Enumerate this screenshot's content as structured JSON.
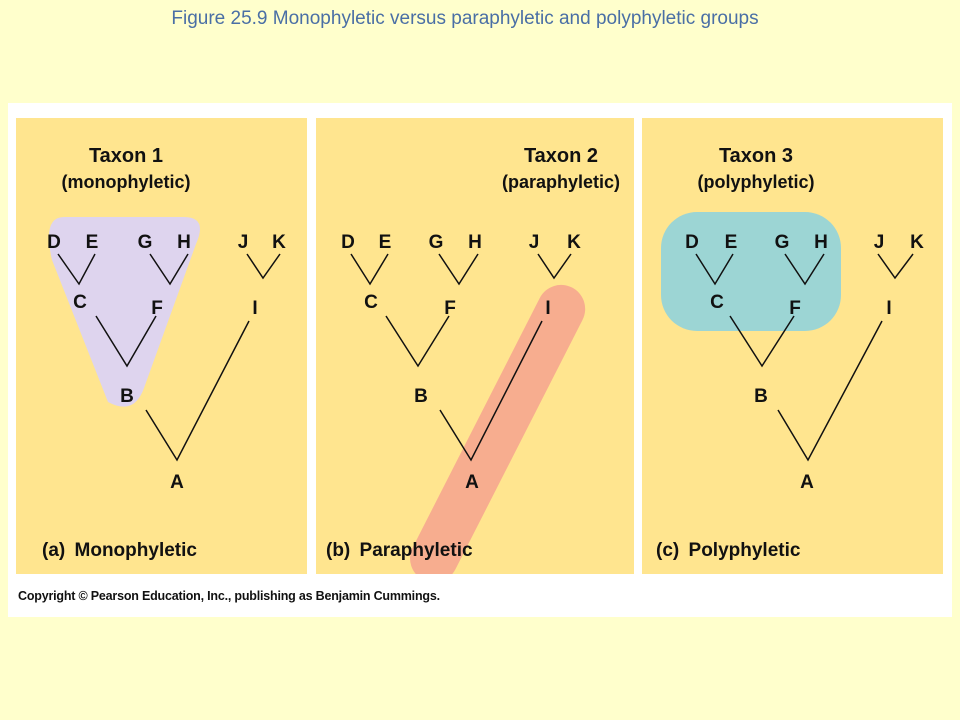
{
  "slide_title": "Figure 25.9  Monophyletic versus paraphyletic and polyphyletic groups",
  "copyright": "Copyright © Pearson Education, Inc., publishing as Benjamin Cummings.",
  "colors": {
    "background": "#ffffcc",
    "panel": "#ffe58f",
    "monophyletic_highlight": "#ded4ee",
    "paraphyletic_highlight": "#f7ad8f",
    "polyphyletic_highlight": "#9cd5d4"
  },
  "panels": [
    {
      "taxon_title": "Taxon 1",
      "taxon_type": "(monophyletic)",
      "caption_letter": "(a)",
      "caption_label": "Monophyletic",
      "nodes": {
        "D": "D",
        "E": "E",
        "G": "G",
        "H": "H",
        "J": "J",
        "K": "K",
        "C": "C",
        "F": "F",
        "I": "I",
        "B": "B",
        "A": "A"
      }
    },
    {
      "taxon_title": "Taxon 2",
      "taxon_type": "(paraphyletic)",
      "caption_letter": "(b)",
      "caption_label": "Paraphyletic",
      "nodes": {
        "D": "D",
        "E": "E",
        "G": "G",
        "H": "H",
        "J": "J",
        "K": "K",
        "C": "C",
        "F": "F",
        "I": "I",
        "B": "B",
        "A": "A"
      }
    },
    {
      "taxon_title": "Taxon 3",
      "taxon_type": "(polyphyletic)",
      "caption_letter": "(c)",
      "caption_label": "Polyphyletic",
      "nodes": {
        "D": "D",
        "E": "E",
        "G": "G",
        "H": "H",
        "J": "J",
        "K": "K",
        "C": "C",
        "F": "F",
        "I": "I",
        "B": "B",
        "A": "A"
      }
    }
  ]
}
